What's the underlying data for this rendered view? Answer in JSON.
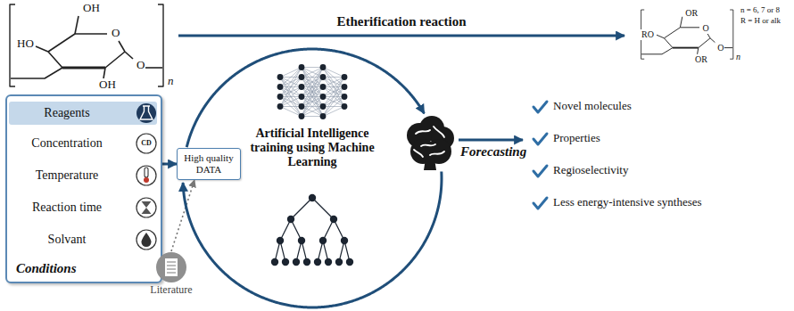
{
  "diagram": {
    "nodes": [
      {
        "text": [
          "Conditions"
        ]
      },
      {
        "text": [
          "Reagents"
        ],
        "in": 0
      },
      {
        "text": [
          "Concentration"
        ],
        "in": 0
      },
      {
        "text": [
          "Temperature"
        ],
        "in": 0
      },
      {
        "text": [
          "Reaction time"
        ],
        "in": 0
      },
      {
        "text": [
          "Solvant"
        ],
        "in": 0
      },
      {
        "text": [
          "High quality DATA"
        ]
      },
      {
        "text": [
          "Literature"
        ]
      },
      {
        "text": [
          "Forecasting"
        ]
      }
    ],
    "edges": [
      {
        "from": 0,
        "to": 6,
        "arrow": "to"
      },
      {
        "from": 7,
        "to": 6,
        "arrow": "to"
      },
      {
        "from": 6,
        "to": 8,
        "arrow": "to"
      },
      {
        "from": 8,
        "to": 6,
        "arrow": "to"
      }
    ],
    "labels": [
      "OH",
      "HO",
      "O",
      "OH",
      "O",
      "n",
      "Etherification reaction",
      "OR",
      "RO",
      "O",
      "OR",
      "O",
      "n",
      "n = 6, 7 or 8",
      "R = H or alk",
      "CD",
      "Artificial Intelligence training using Machine Learning",
      "Novel molecules",
      "Properties",
      "Regioselectivity",
      "Less energy-intensive syntheses"
    ]
  }
}
